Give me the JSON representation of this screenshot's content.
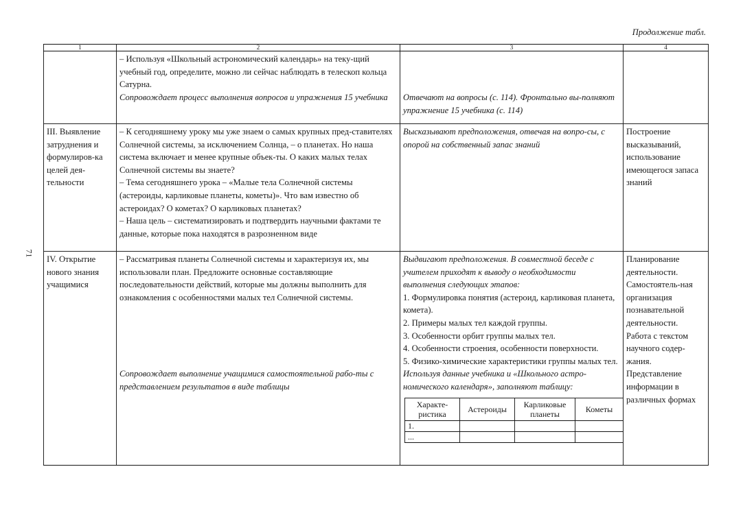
{
  "caption": "Продолжение табл.",
  "page_number": "71",
  "header": [
    "1",
    "2",
    "3",
    "4"
  ],
  "row1": {
    "c2_text": "– Используя «Школьный астрономический календарь» на теку-щий учебный год, определите, можно ли сейчас наблюдать в телескоп кольца Сатурна.",
    "c2_italic": "Сопровождает процесс выполнения вопросов и упражнения 15 учебника",
    "c3_italic": "Отвечают на вопросы (с. 114). Фронтально вы-полняют упражнение 15 учебника (с. 114)"
  },
  "row2": {
    "c1": "III. Выявление затруднения и формулиров-ка целей дея-тельности",
    "c2_lines": [
      "– К сегодняшнему уроку мы уже знаем о самых крупных пред-ставителях Солнечной системы, за исключением Солнца, – о планетах. Но наша система включает и менее крупные объек-ты. О каких малых телах Солнечной системы вы знаете?",
      "– Тема сегодняшнего урока – «Малые тела Солнечной системы (астероиды, карликовые планеты, кометы)». Что вам известно об астероидах? О кометах? О карликовых планетах?",
      "– Наша цель – систематизировать и подтвердить научными фактами те данные, которые пока находятся в разрозненном виде"
    ],
    "c3_italic": "Высказывают предположения, отвечая на вопро-сы, с опорой на собственный запас знаний",
    "c4": "Построение высказываний, использование имеющегося запаса знаний"
  },
  "row3": {
    "c1": "IV. Открытие нового знания учащимися",
    "c2_text": "– Рассматривая планеты Солнечной системы и характеризуя их, мы использовали план. Предложите основные составляющие последовательности действий, которые мы должны выполнить для ознакомления с особенностями малых тел Солнечной системы.",
    "c2_italic": "Сопровождает выполнение учащимися самостоятельной рабо-ты с представлением результатов в виде таблицы",
    "c3_italic_intro": "Выдвигают предположения. В совместной беседе с учителем приходят к выводу о необходимости выполнения следующих этапов:",
    "c3_steps": [
      "1. Формулировка понятия (астероид, карликовая планета, комета).",
      "2. Примеры малых тел каждой группы.",
      "3. Особенности орбит группы малых тел.",
      "4. Особенности строения, особенности поверхности.",
      "5. Физико-химические характеристики группы малых тел."
    ],
    "c3_italic_table": "Используя данные учебника и «Школьного астро-номического календаря», заполняют таблицу:",
    "inner_table": {
      "headers": [
        "Характе-ристика",
        "Астероиды",
        "Карликовые планеты",
        "Кометы"
      ],
      "rows": [
        "1.",
        "..."
      ]
    },
    "c4_lines": [
      "Планирование деятельности.",
      "Самостоятель-ная организация познавательной деятельности.",
      "Работа с текстом научного содер-жания.",
      "Представление информации в различных формах"
    ]
  }
}
